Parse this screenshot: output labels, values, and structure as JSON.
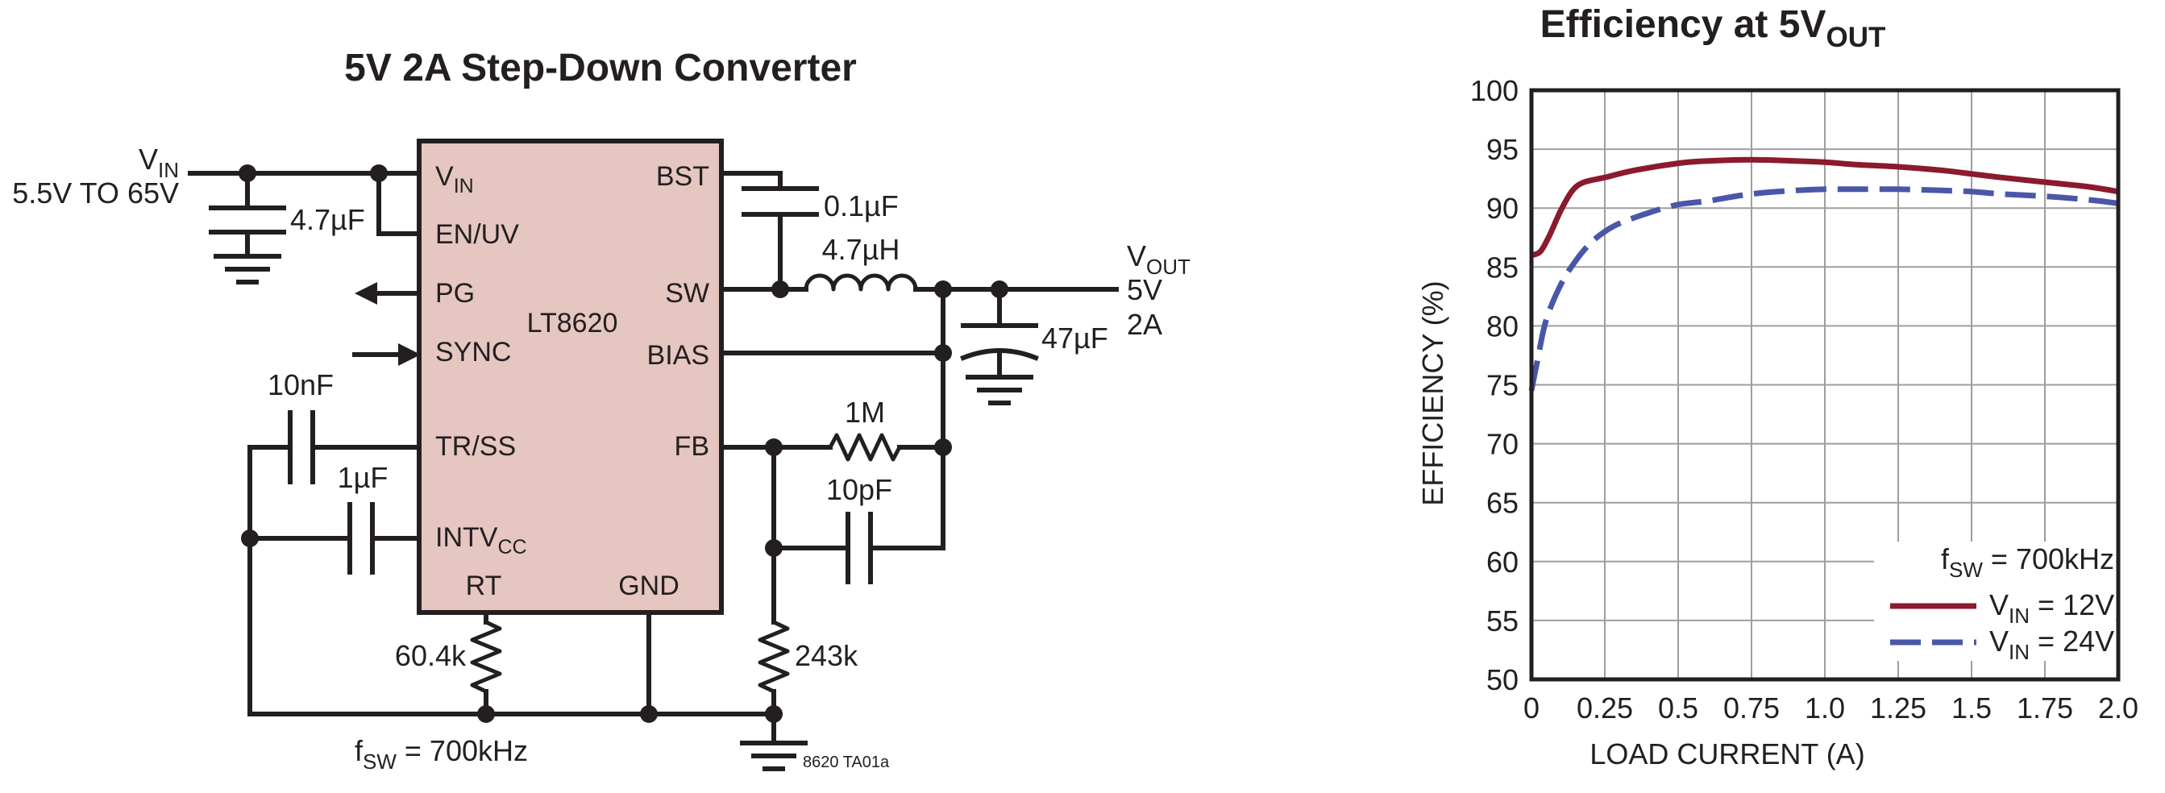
{
  "schematic": {
    "title": "5V 2A Step-Down Converter",
    "ic_name": "LT8620",
    "pins": {
      "vin": "V",
      "vin_sub": "IN",
      "en_uv": "EN/UV",
      "pg": "PG",
      "sync": "SYNC",
      "tr_ss": "TR/SS",
      "intvcc": "INTV",
      "intvcc_sub": "CC",
      "rt": "RT",
      "gnd": "GND",
      "bst": "BST",
      "sw": "SW",
      "bias": "BIAS",
      "fb": "FB"
    },
    "input_label": "V",
    "input_label_sub": "IN",
    "input_range": "5.5V TO 65V",
    "output_label": "V",
    "output_label_sub": "OUT",
    "output_voltage": "5V",
    "output_current": "2A",
    "components": {
      "c_in": "4.7µF",
      "c_bst": "0.1µF",
      "l_out": "4.7µH",
      "c_out": "47µF",
      "c_ss": "10nF",
      "c_intvcc": "1µF",
      "r_fb_top": "1M",
      "c_ff": "10pF",
      "r_rt": "60.4k",
      "r_fb_bot": "243k"
    },
    "fsw_prefix": "f",
    "fsw_sub": "SW",
    "fsw_value": " = 700kHz",
    "part_code": "8620 TA01a"
  },
  "chart_data": {
    "type": "line",
    "title": "Efficiency at 5V",
    "title_sub": "OUT",
    "xlabel": "LOAD CURRENT (A)",
    "ylabel": "EFFICIENCY (%)",
    "xlim": [
      0,
      2.0
    ],
    "ylim": [
      50,
      100
    ],
    "x_ticks": [
      "0",
      "0.25",
      "0.5",
      "0.75",
      "1.0",
      "1.25",
      "1.5",
      "1.75",
      "2.0"
    ],
    "y_ticks": [
      "50",
      "55",
      "60",
      "65",
      "70",
      "75",
      "80",
      "85",
      "90",
      "95",
      "100"
    ],
    "grid": true,
    "legend_placement": "bottom-right",
    "annotation": {
      "prefix": "f",
      "sub": "SW",
      "value": " = 700kHz"
    },
    "series": [
      {
        "name": "V_IN = 12V",
        "legend_prefix": "V",
        "legend_sub": "IN",
        "legend_value": " = 12V",
        "color": "#8b1a2e",
        "dash": "solid",
        "x": [
          0,
          0.03,
          0.06,
          0.1,
          0.14,
          0.18,
          0.25,
          0.35,
          0.5,
          0.6,
          0.75,
          0.9,
          1.0,
          1.1,
          1.25,
          1.4,
          1.5,
          1.6,
          1.75,
          1.9,
          2.0
        ],
        "y": [
          86.0,
          86.3,
          87.6,
          89.8,
          91.5,
          92.2,
          92.6,
          93.2,
          93.8,
          94.0,
          94.1,
          94.0,
          93.9,
          93.7,
          93.5,
          93.2,
          92.9,
          92.6,
          92.2,
          91.8,
          91.4
        ]
      },
      {
        "name": "V_IN = 24V",
        "legend_prefix": "V",
        "legend_sub": "IN",
        "legend_value": " = 24V",
        "color": "#4a57a8",
        "dash": "dashed",
        "x": [
          0,
          0.02,
          0.05,
          0.1,
          0.15,
          0.2,
          0.25,
          0.3,
          0.4,
          0.5,
          0.6,
          0.75,
          0.9,
          1.0,
          1.1,
          1.25,
          1.4,
          1.5,
          1.6,
          1.75,
          1.9,
          2.0
        ],
        "y": [
          74.5,
          77.0,
          80.5,
          83.5,
          85.5,
          87.0,
          88.0,
          88.7,
          89.6,
          90.3,
          90.6,
          91.2,
          91.5,
          91.6,
          91.6,
          91.6,
          91.5,
          91.4,
          91.2,
          91.0,
          90.7,
          90.4
        ]
      }
    ]
  }
}
